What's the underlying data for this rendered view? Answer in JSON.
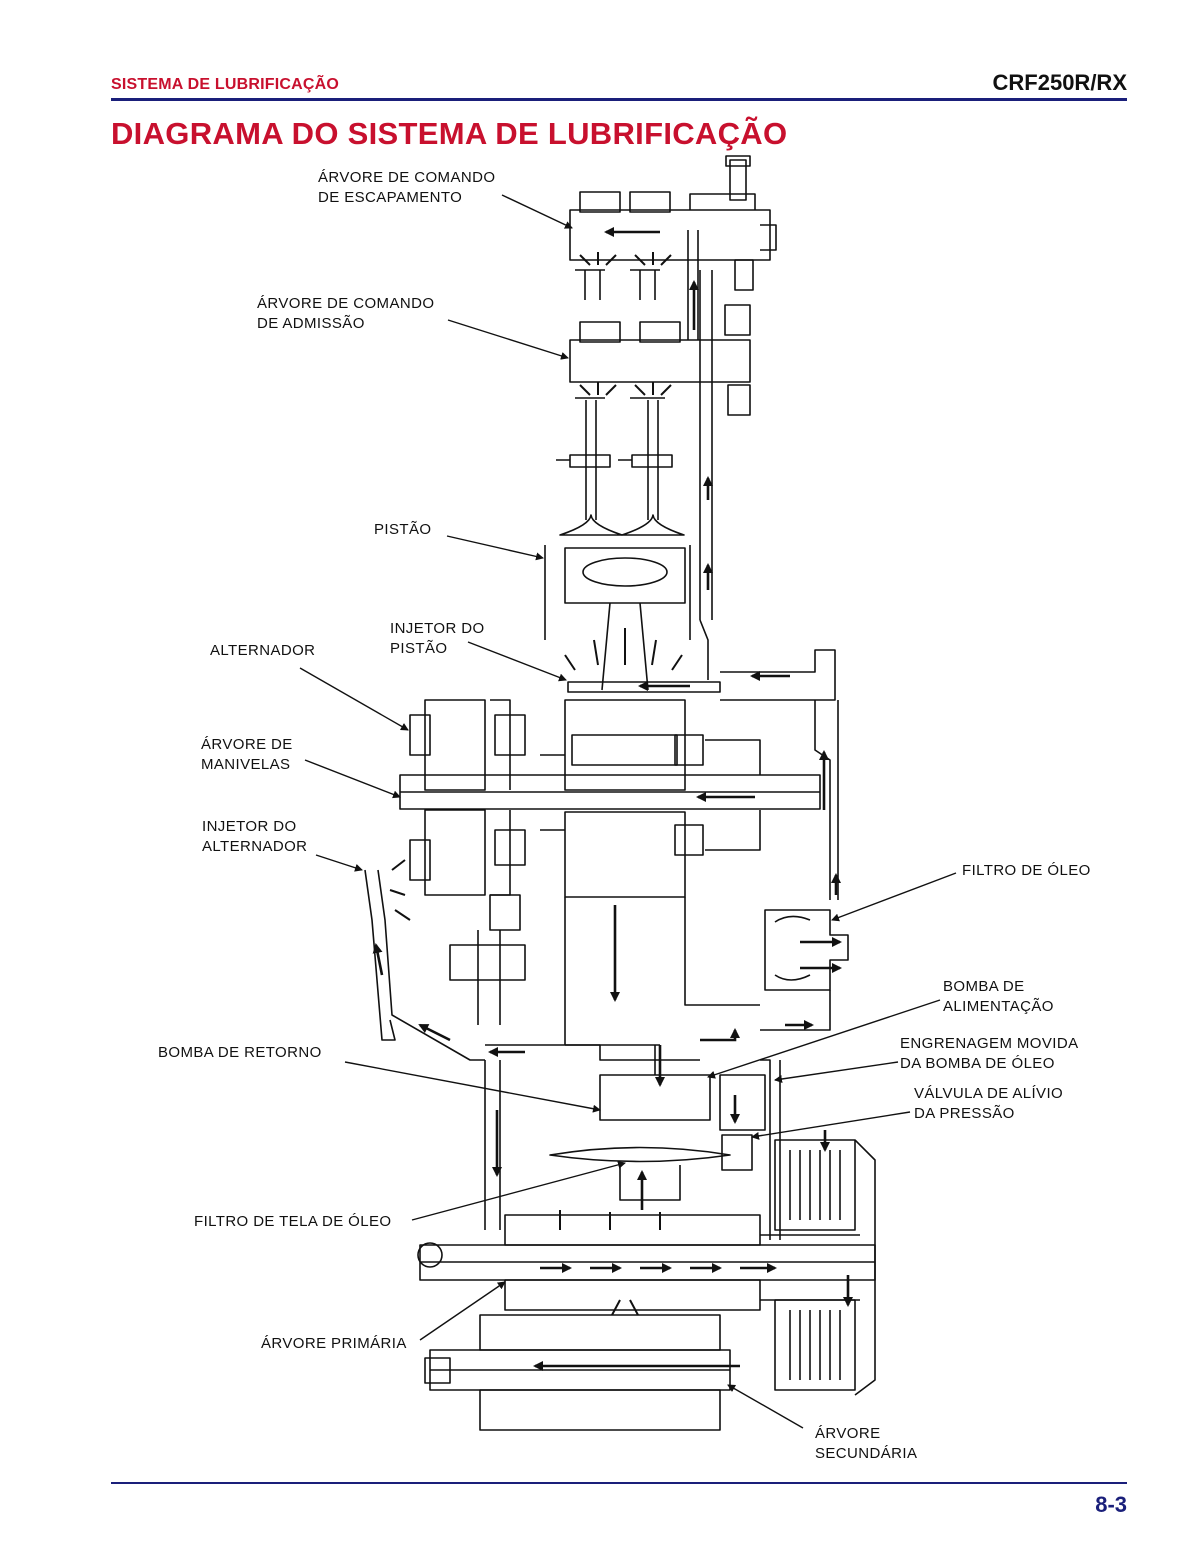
{
  "header": {
    "section": "SISTEMA DE LUBRIFICAÇÃO",
    "model": "CRF250R/RX"
  },
  "title": "DIAGRAMA DO SISTEMA DE LUBRIFICAÇÃO",
  "labels": {
    "exhaust_cam": [
      "ÁRVORE DE COMANDO",
      "DE ESCAPAMENTO"
    ],
    "intake_cam": [
      "ÁRVORE DE COMANDO",
      "DE ADMISSÃO"
    ],
    "piston": [
      "PISTÃO"
    ],
    "piston_jet": [
      "INJETOR DO",
      "PISTÃO"
    ],
    "alternator": [
      "ALTERNADOR"
    ],
    "crankshaft": [
      "ÁRVORE DE",
      "MANIVELAS"
    ],
    "alternator_jet": [
      "INJETOR DO",
      "ALTERNADOR"
    ],
    "oil_filter": [
      "FILTRO DE ÓLEO"
    ],
    "feed_pump": [
      "BOMBA DE",
      "ALIMENTAÇÃO"
    ],
    "pump_driven_gear": [
      "ENGRENAGEM MOVIDA",
      "DA BOMBA DE ÓLEO"
    ],
    "relief_valve": [
      "VÁLVULA DE ALÍVIO",
      "DA PRESSÃO"
    ],
    "scavenge_pump": [
      "BOMBA DE RETORNO"
    ],
    "screen_filter": [
      "FILTRO DE TELA DE ÓLEO"
    ],
    "mainshaft": [
      "ÁRVORE PRIMÁRIA"
    ],
    "countershaft": [
      "ÁRVORE",
      "SECUNDÁRIA"
    ]
  },
  "page_number": "8-3",
  "colors": {
    "accent_red": "#c8102e",
    "rule_blue": "#1a1f7a",
    "ink": "#111111"
  }
}
